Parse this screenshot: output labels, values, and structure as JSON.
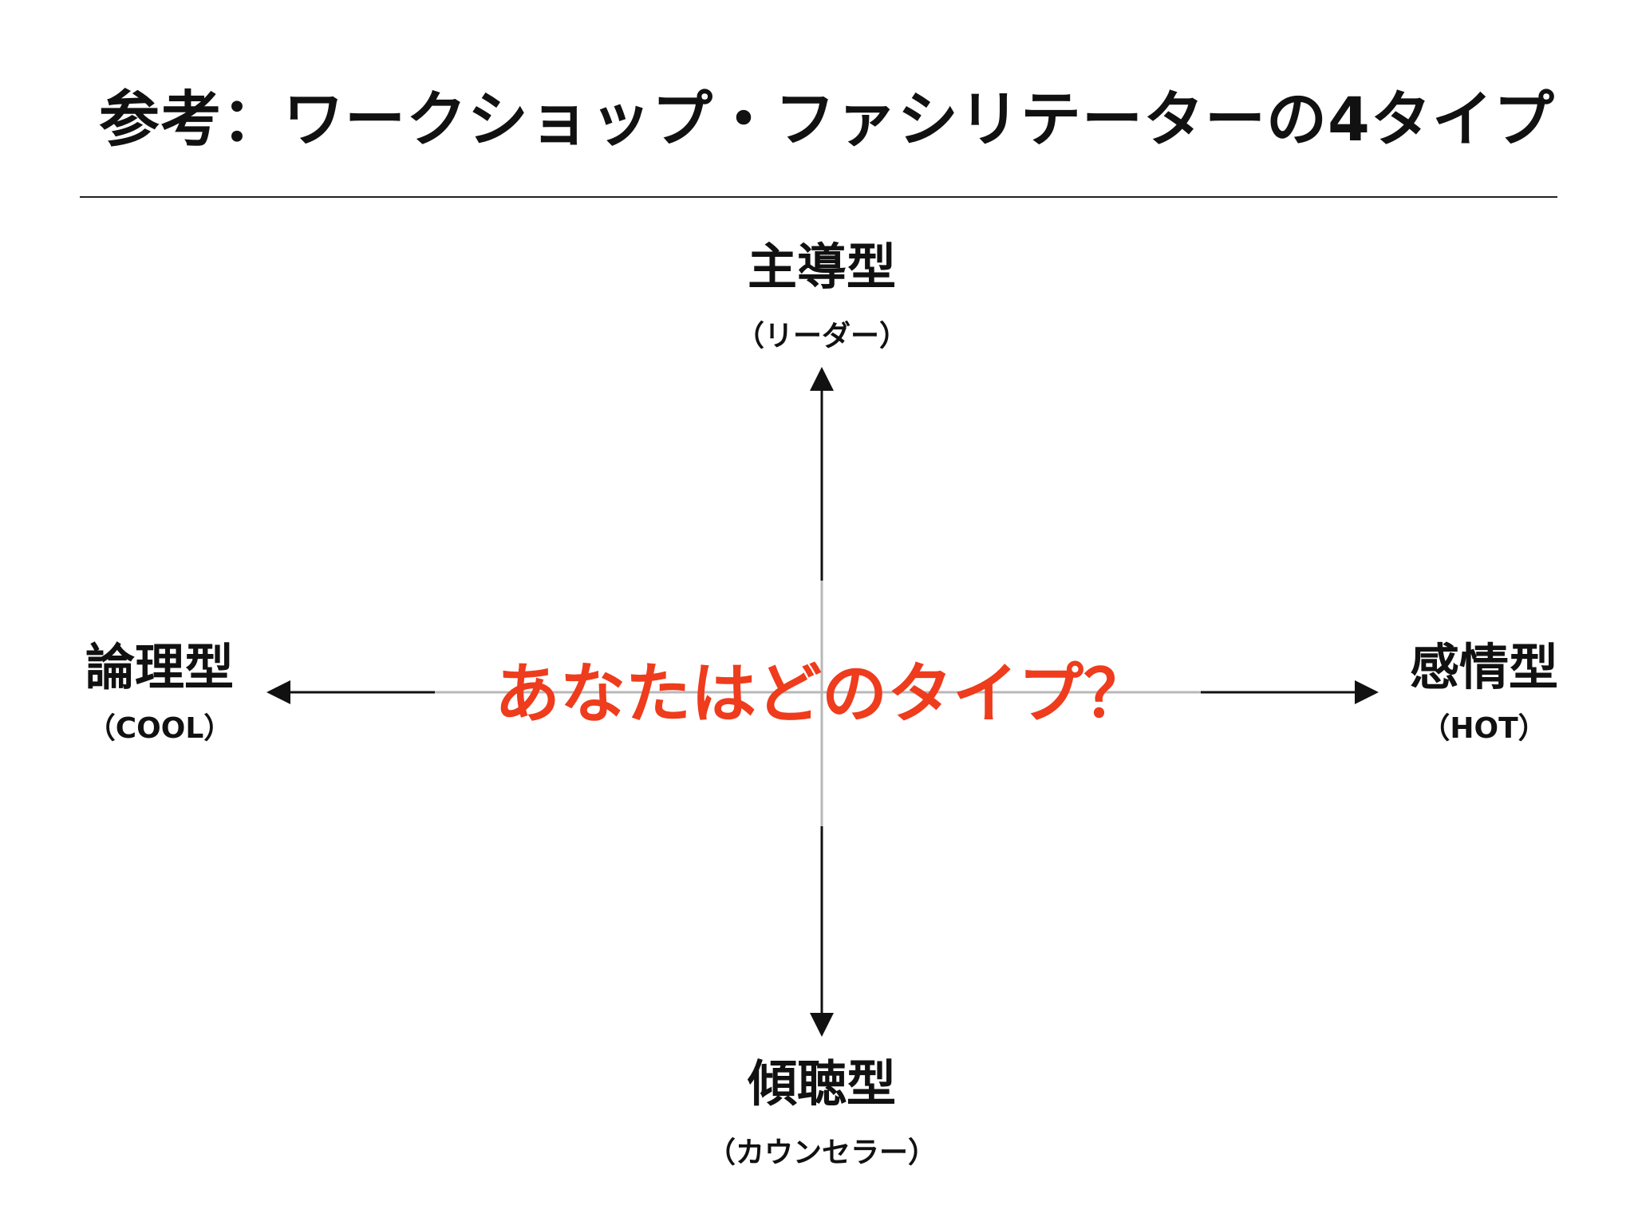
{
  "title": "参考：ワークショップ・ファシリテーターの4タイプ",
  "axes": {
    "top": {
      "main": "主導型",
      "sub": "（リーダー）"
    },
    "bottom": {
      "main": "傾聴型",
      "sub": "（カウンセラー）"
    },
    "left": {
      "main": "論理型",
      "sub": "（COOL）"
    },
    "right": {
      "main": "感情型",
      "sub": "（HOT）"
    }
  },
  "center_question": "あなたはどのタイプ？",
  "colors": {
    "text": "#111111",
    "accent": "#ee3c1d",
    "axis": "#111111",
    "axis_inner": "#b8b8b8"
  }
}
